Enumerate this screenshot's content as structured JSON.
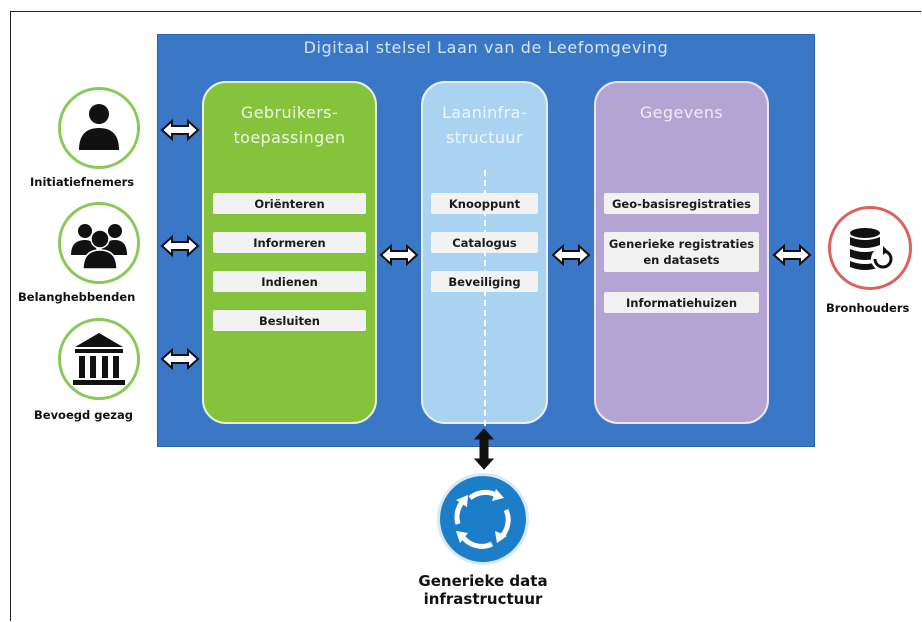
{
  "system": {
    "title": "Digitaal stelsel Laan van de Leefomgeving"
  },
  "columns": {
    "gebruikers": {
      "title_line1": "Gebruikers-",
      "title_line2": "toepassingen",
      "items": [
        "Oriënteren",
        "Informeren",
        "Indienen",
        "Besluiten"
      ]
    },
    "infra": {
      "title_line1": "Laaninfra-",
      "title_line2": "structuur",
      "items": [
        "Knooppunt",
        "Catalogus",
        "Beveiliging"
      ]
    },
    "gegevens": {
      "title": "Gegevens",
      "items": [
        "Geo-basisregistraties",
        "Generieke registraties",
        "en datasets",
        "Informatiehuizen"
      ]
    }
  },
  "actors": {
    "initiatiefnemers": "Initiatiefnemers",
    "belanghebbenden": "Belanghebbenden",
    "bevoegd_gezag": "Bevoegd gezag",
    "bronhouders": "Bronhouders"
  },
  "gdi": {
    "line1": "Generieke data",
    "line2": "infrastructuur"
  },
  "colors": {
    "system": "#3a77c6",
    "green": "#86c33c",
    "light_blue": "#a9d3f1",
    "purple": "#b4a4d3",
    "actor_ring": "#8ac858",
    "source_ring": "#d9635f",
    "gdi": "#1c7ec8"
  },
  "icons": [
    "person-icon",
    "group-icon",
    "government-building-icon",
    "database-sync-icon",
    "roundabout-icon",
    "double-arrow-icon"
  ]
}
